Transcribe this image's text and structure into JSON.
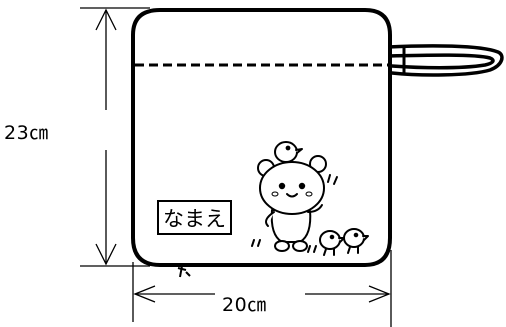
{
  "dimensions": {
    "height_label": "23㎝",
    "width_label": "20㎝"
  },
  "bag": {
    "name_label": "なまえ"
  },
  "colors": {
    "line": "#000000",
    "fill": "#ffffff"
  }
}
